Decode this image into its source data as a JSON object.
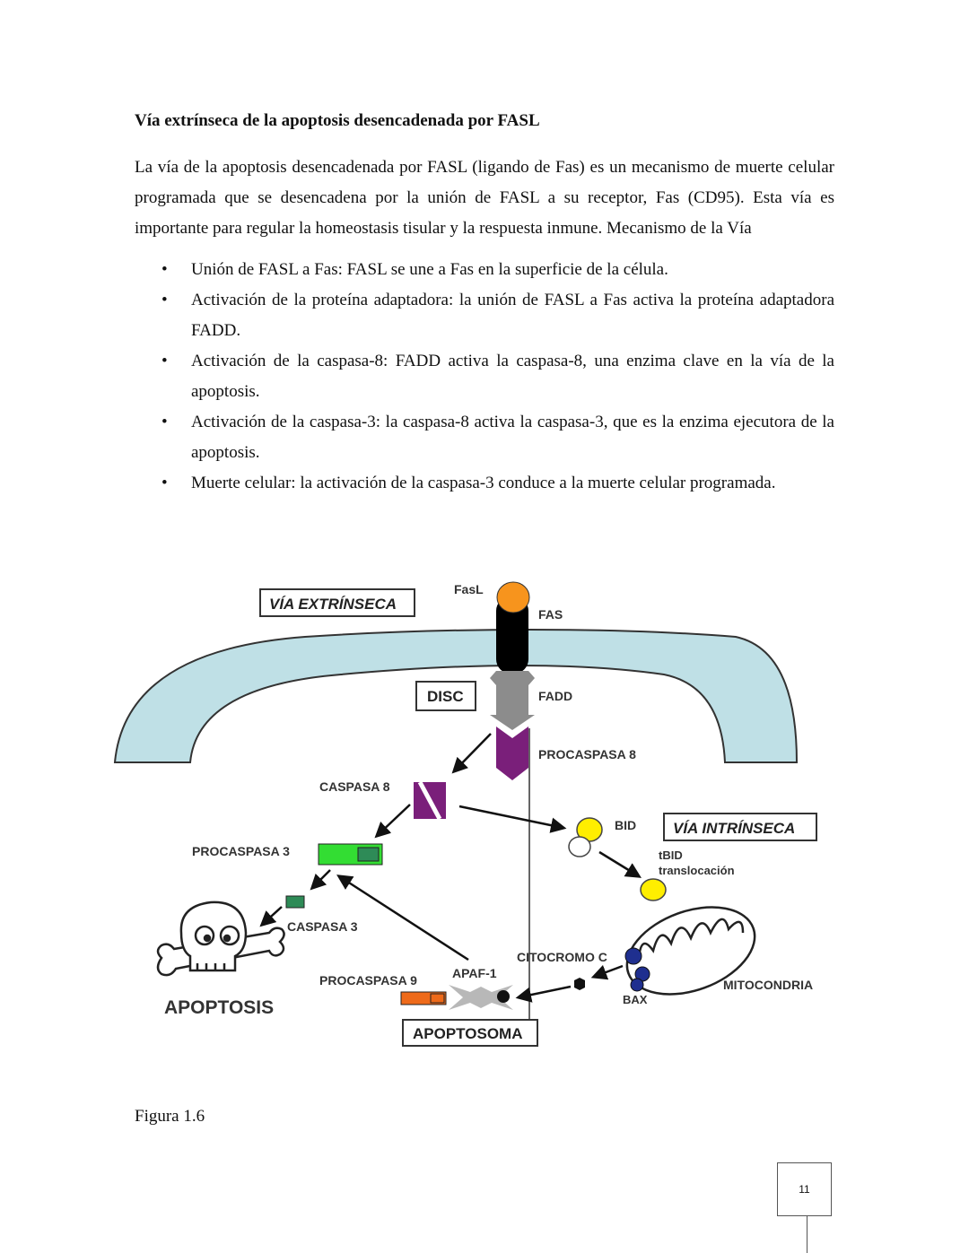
{
  "heading": "Vía extrínseca de la apoptosis desencadenada por FASL",
  "intro": "La vía de la apoptosis desencadenada por FASL (ligando de Fas) es un mecanismo de muerte celular programada que se desencadena por la unión de FASL a su receptor, Fas (CD95). Esta vía es importante para regular la homeostasis tisular y la respuesta inmune. Mecanismo de la Vía",
  "bullets": [
    "Unión de FASL a Fas: FASL se une a Fas en la superficie de la célula.",
    "Activación de la proteína adaptadora: la unión de FASL a Fas activa la proteína adaptadora FADD.",
    "Activación de la caspasa-8: FADD activa la caspasa-8, una enzima clave en la vía de la apoptosis.",
    "Activación de la caspasa-3: la caspasa-8 activa la caspasa-3, que es la enzima ejecutora de la apoptosis.",
    "Muerte celular: la activación de la caspasa-3 conduce a la muerte celular programada."
  ],
  "bullet_symbol": "•",
  "diagram": {
    "via_extrinseca": "VÍA EXTRÍNSECA",
    "fasl": "FasL",
    "fas": "FAS",
    "disc": "DISC",
    "fadd": "FADD",
    "procaspasa8": "PROCASPASA 8",
    "caspasa8": "CASPASA 8",
    "bid": "BID",
    "via_intrinseca": "VÍA INTRÍNSECA",
    "tbid": "tBID",
    "translocacion": "translocación",
    "procaspasa3": "PROCASPASA 3",
    "caspasa3": "CASPASA 3",
    "apoptosis": "APOPTOSIS",
    "citocromo": "CITOCROMO C",
    "procaspasa9": "PROCASPASA 9",
    "apaf1": "APAF-1",
    "apoptosoma": "APOPTOSOMA",
    "bax": "BAX",
    "mitocondria": "MITOCONDRIA"
  },
  "colors": {
    "membrane": "#bfe0e6",
    "fasl": "#f7941d",
    "fas": "#000000",
    "fadd": "#8c8c8c",
    "procaspasa8": "#7a1f7a",
    "caspasa8": "#7a1f7a",
    "bid": "#ffee00",
    "procaspasa3": "#33dd33",
    "caspasa3": "#2e8b57",
    "procaspasa9": "#ee6a1a",
    "bax": "#1f2f8f"
  },
  "figure_label": "Figura 1.6",
  "page_number": "11"
}
